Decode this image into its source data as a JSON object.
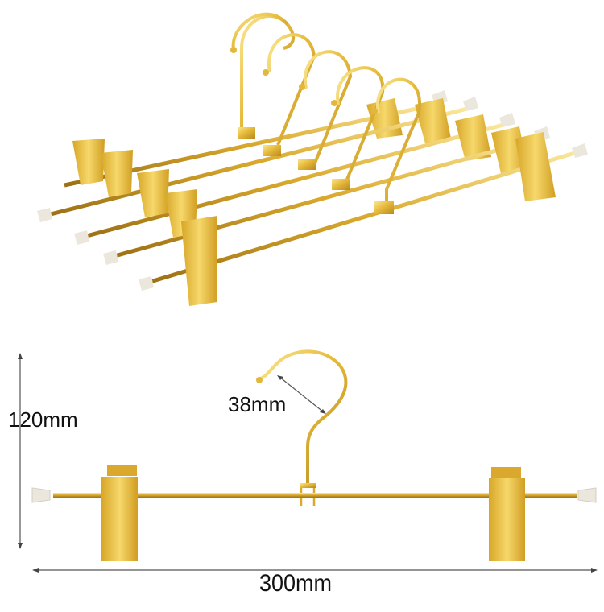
{
  "product": {
    "description": "Gold metal pants/skirt hanger with two clips and swivel hook",
    "stack_view": {
      "hanger_count": 5
    },
    "colors": {
      "gold_light": "#f6d86b",
      "gold_mid": "#e3b83a",
      "gold_dark": "#b8891c",
      "cap": "#ece7dc",
      "dimension_line": "#555555",
      "text": "#111111"
    }
  },
  "dimensions": {
    "height": {
      "label": "120mm"
    },
    "hook_opening": {
      "label": "38mm"
    },
    "width": {
      "label": "300mm"
    }
  }
}
